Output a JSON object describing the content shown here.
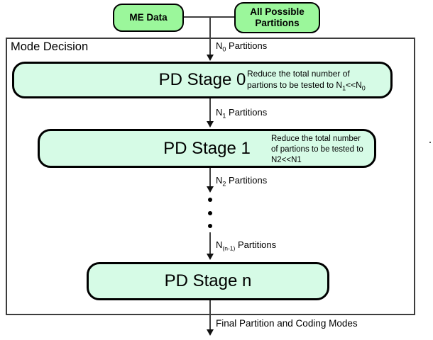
{
  "diagram": {
    "top": {
      "me_data": "ME Data",
      "all_possible": [
        "All Possible",
        "Partitions"
      ]
    },
    "container_label": "Mode Decision",
    "stage0": {
      "title": "PD Stage 0",
      "desc_line1": "Reduce the total number of",
      "desc_line2_pre": "partions to be tested to N",
      "desc_line2_sub1": "1",
      "desc_line2_mid": "<<N",
      "desc_line2_sub2": "0"
    },
    "stage1": {
      "title": "PD Stage 1",
      "desc_line1": "Reduce the total number",
      "desc_line2": "of partions to be tested to",
      "desc_line3": "N2<<N1"
    },
    "stage_n": {
      "title": "PD Stage n"
    },
    "arrows": {
      "n0": {
        "pre": "N",
        "sub": "0",
        "post": " Partitions"
      },
      "n1": {
        "pre": "N",
        "sub": "1",
        "post": " Partitions"
      },
      "n2": {
        "pre": "N",
        "sub": "2",
        "post": " Partitions"
      },
      "nn1": {
        "pre": "N",
        "sub": "(n-1)",
        "post": " Partitions"
      },
      "final": "Final Partition and Coding Modes"
    },
    "colors": {
      "top_box_fill": "#9BF79B",
      "stage_box_fill": "#D6FBE6",
      "border": "#000000",
      "line": "#3F3F3F"
    }
  }
}
